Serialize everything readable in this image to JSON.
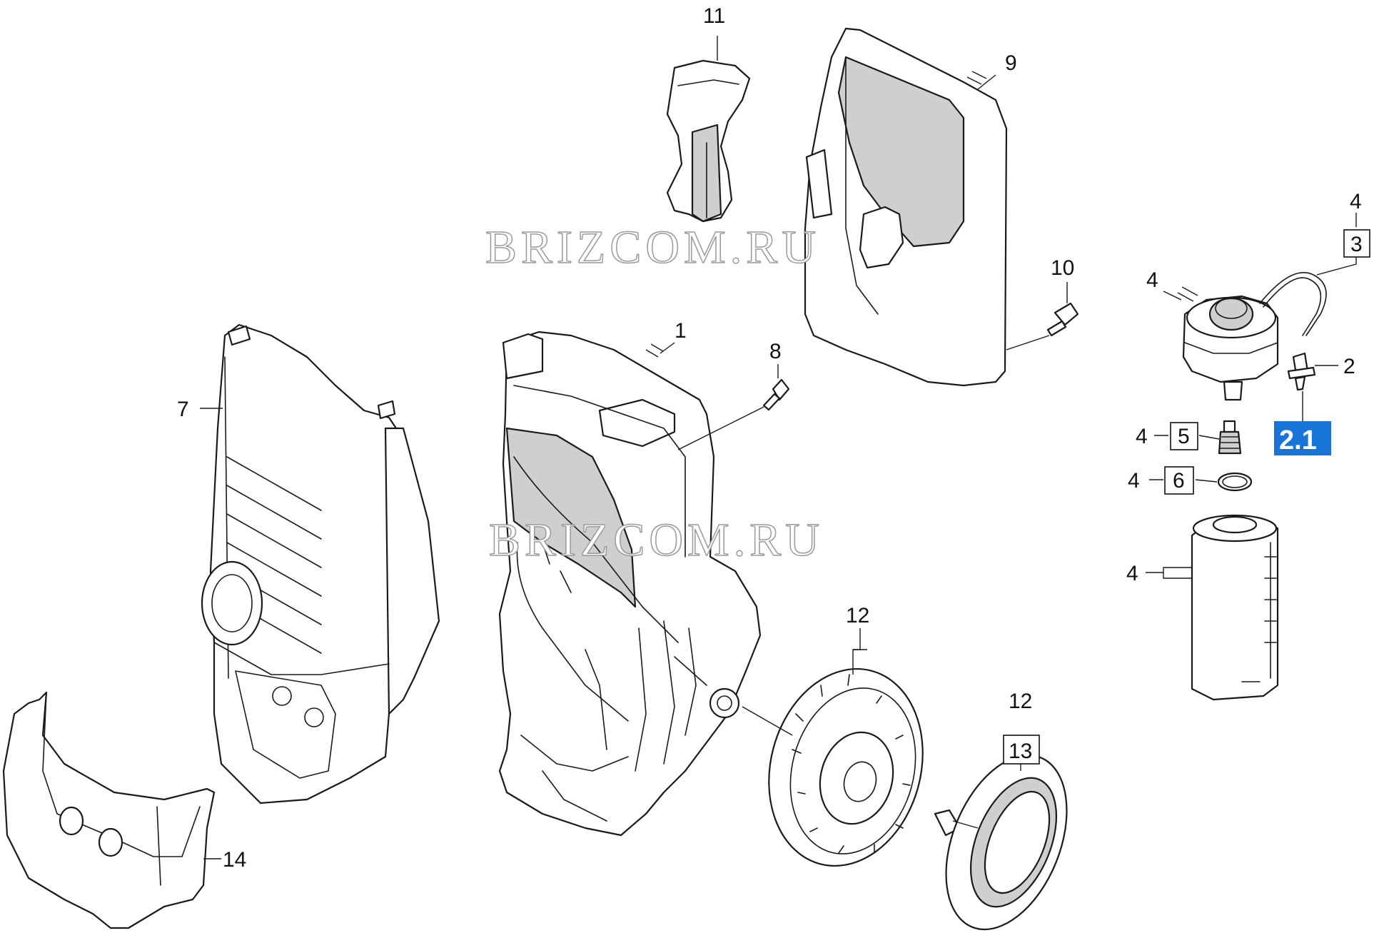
{
  "watermark": "BRIZCOM.RU",
  "highlight_color": "#1874d6",
  "callouts": {
    "c1": "1",
    "c2": "2",
    "c2_1": "2.1",
    "c3": "3",
    "c4_top": "4",
    "c4_cap": "4",
    "c4_5": "4",
    "c5": "5",
    "c4_6": "4",
    "c6": "6",
    "c4_tank": "4",
    "c7": "7",
    "c8": "8",
    "c9": "9",
    "c10": "10",
    "c11": "11",
    "c12_a": "12",
    "c12_b": "12",
    "c13": "13",
    "c14": "14"
  }
}
